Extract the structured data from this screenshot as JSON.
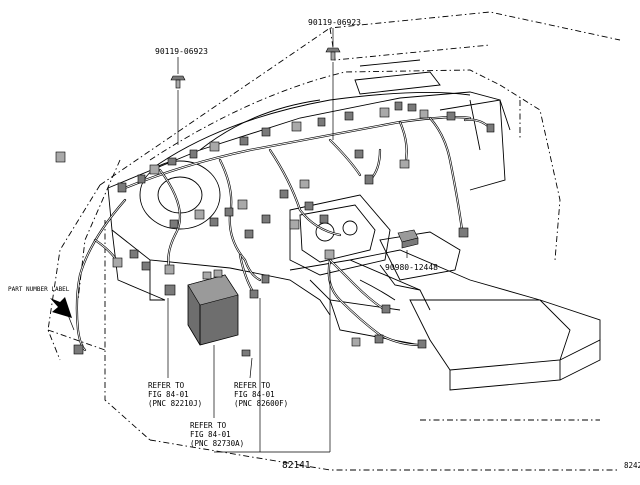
{
  "callouts": {
    "top_left_part": "90119-06923",
    "top_right_part": "90119-06923",
    "right_part": "90980-12448",
    "part_number_label": "PART NUMBER LABEL",
    "main_part": "82141",
    "figure_code": "8242"
  },
  "references": [
    {
      "line1": "REFER TO",
      "line2": "FIG 84-01",
      "line3": "(PNC 82210J)"
    },
    {
      "line1": "REFER TO",
      "line2": "FIG 84-01",
      "line3": "(PNC 82600F)"
    },
    {
      "line1": "REFER TO",
      "line2": "FIG 84-01",
      "line3": "(PNC 82730A)"
    }
  ]
}
